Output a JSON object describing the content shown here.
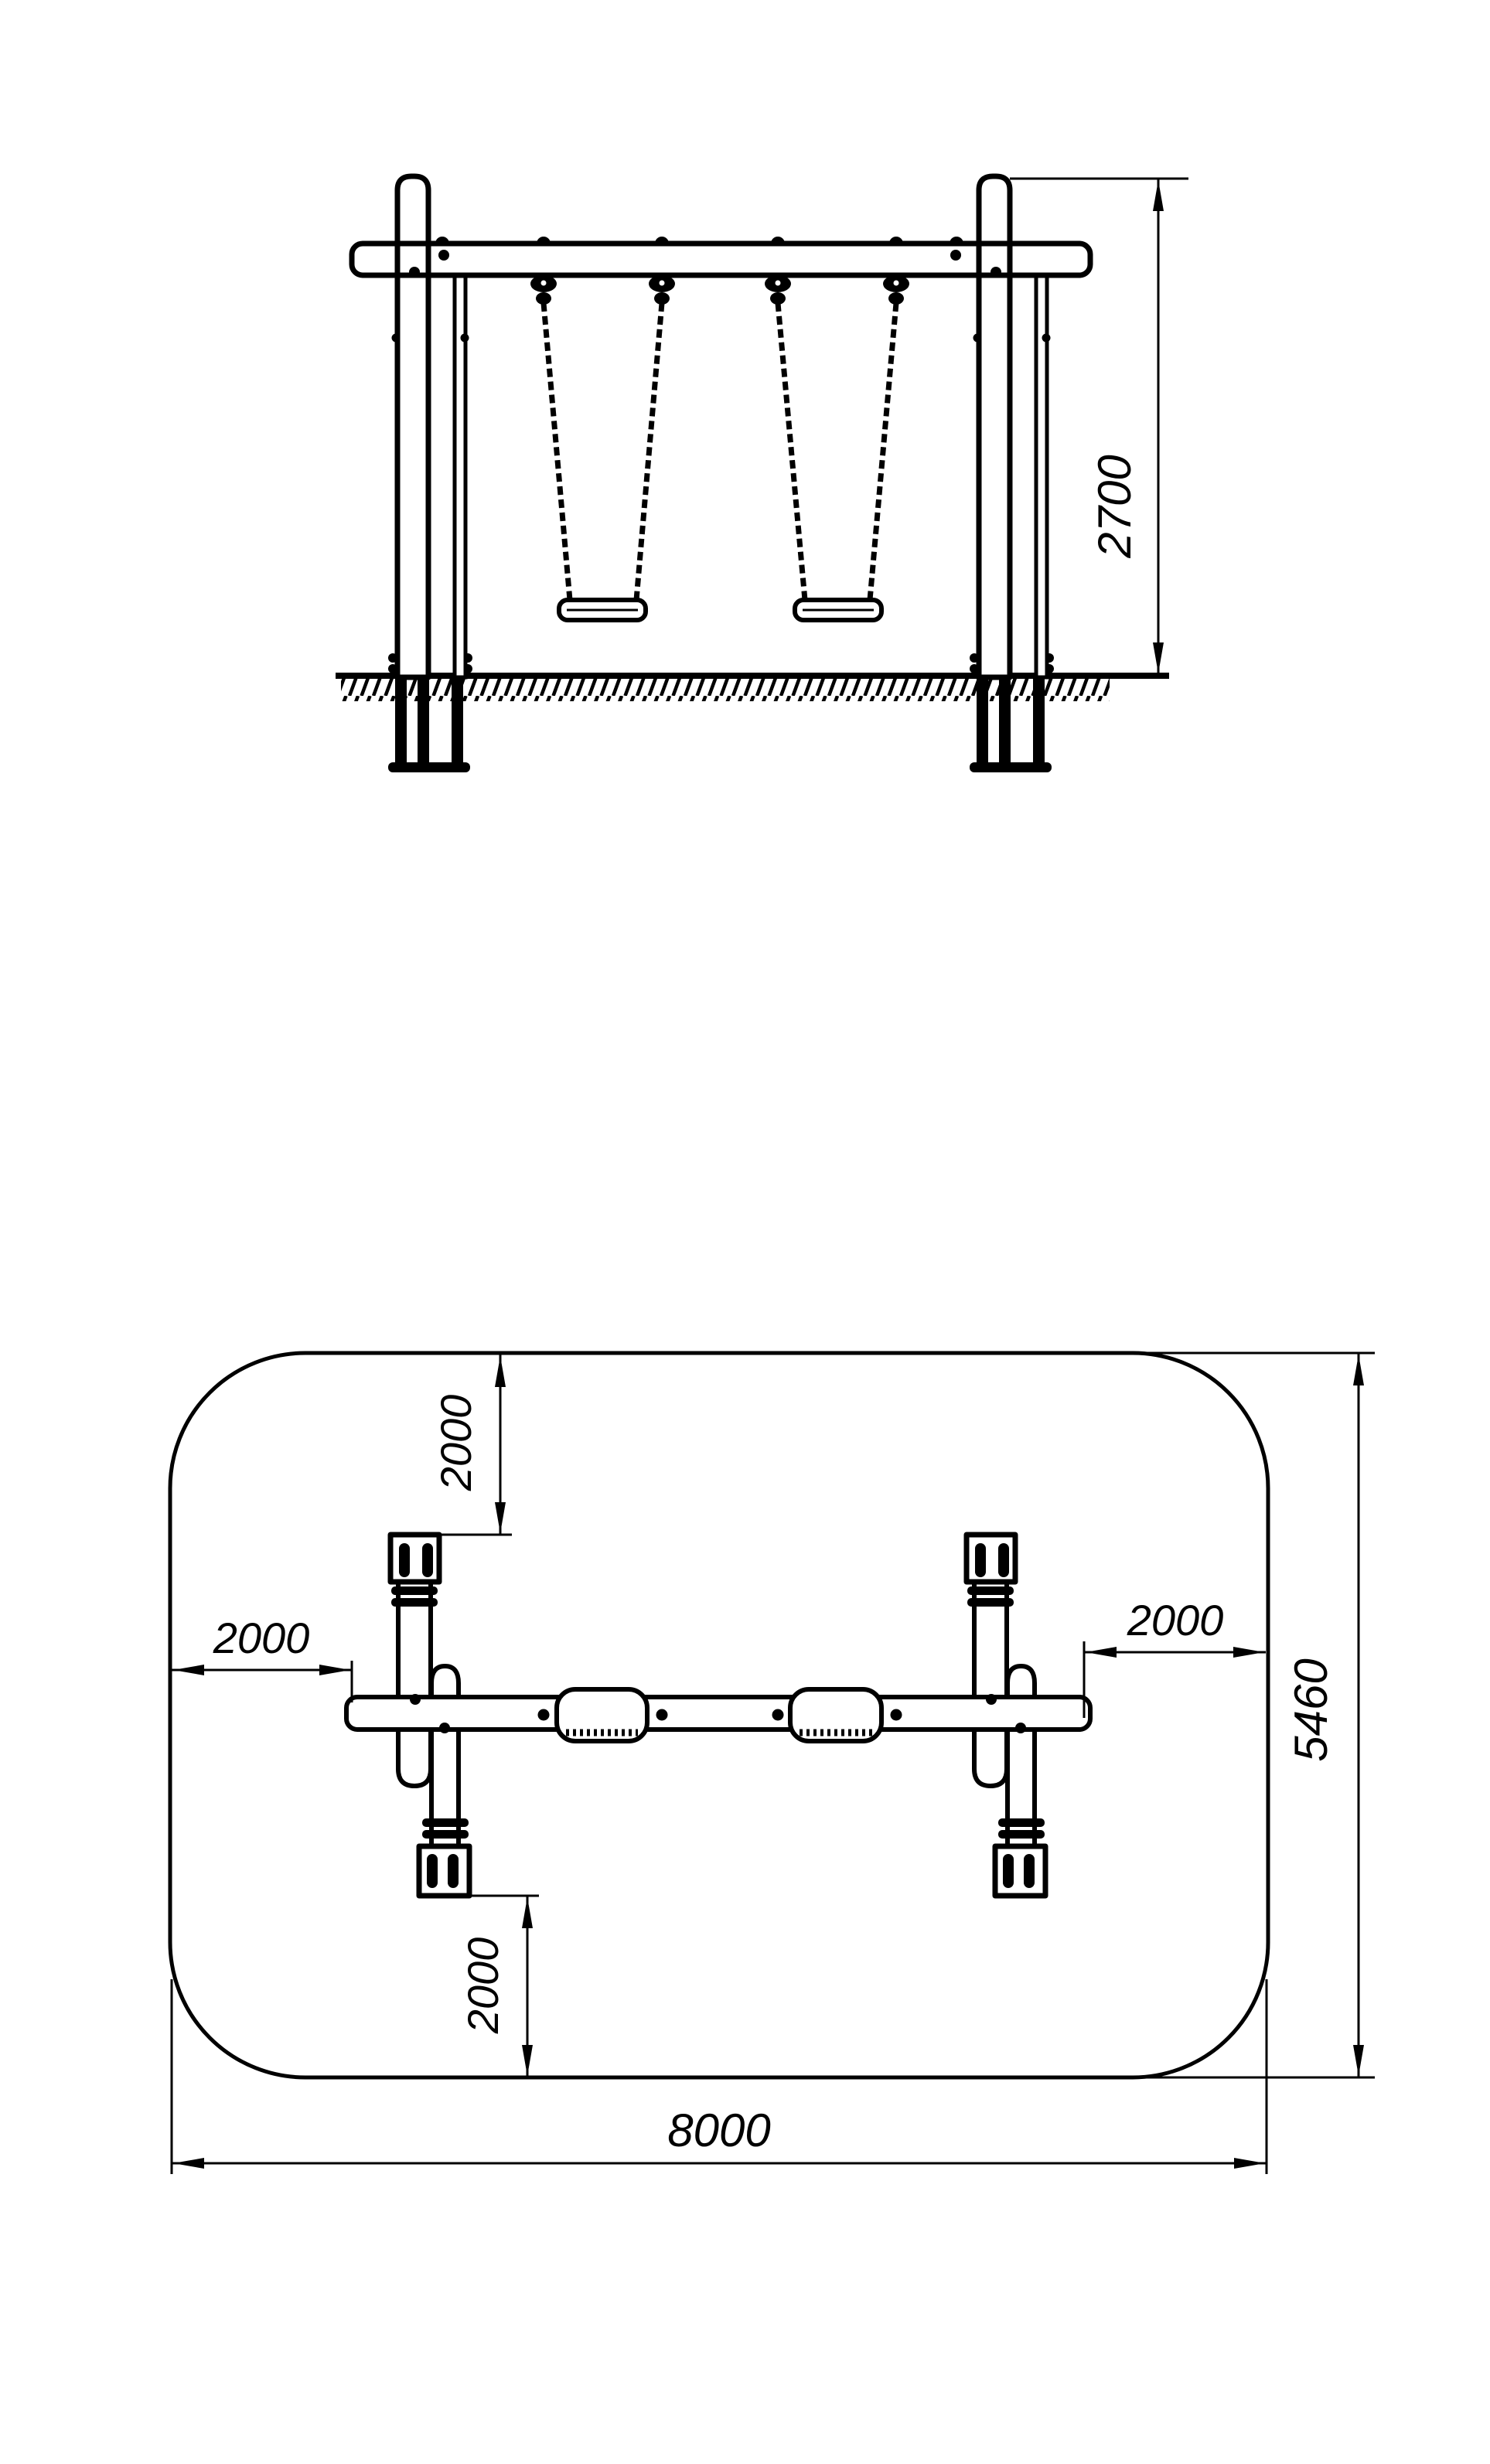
{
  "colors": {
    "ink": "#000000",
    "paper": "#ffffff"
  },
  "front_view": {
    "dim_height": "2700"
  },
  "plan_view": {
    "dim_offset_top": "2000",
    "dim_offset_left": "2000",
    "dim_offset_right": "2000",
    "dim_offset_bottom": "2000",
    "dim_width": "5460",
    "dim_length": "8000"
  }
}
